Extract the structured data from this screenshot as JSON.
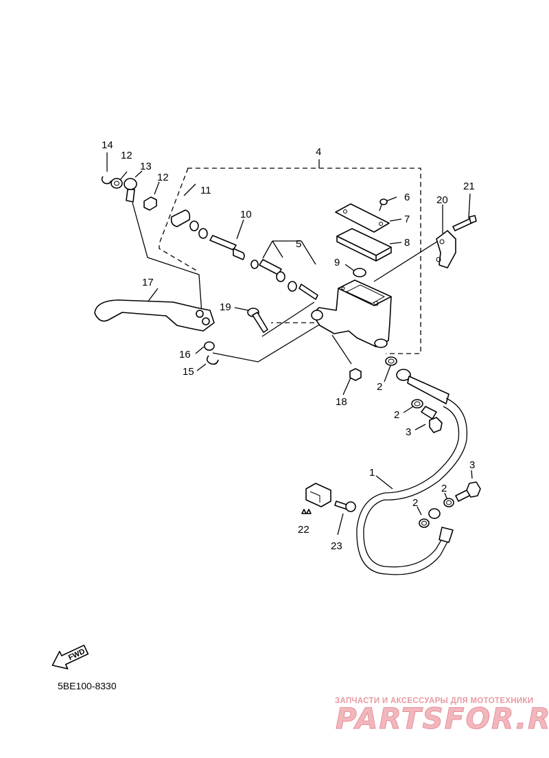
{
  "diagram": {
    "callouts": {
      "c1": "1",
      "c2a": "2",
      "c2b": "2",
      "c2c": "2",
      "c2d": "2",
      "c3a": "3",
      "c3b": "3",
      "c4": "4",
      "c5": "5",
      "c6": "6",
      "c7": "7",
      "c8": "8",
      "c9": "9",
      "c10": "10",
      "c11": "11",
      "c12a": "12",
      "c12b": "12",
      "c13": "13",
      "c14": "14",
      "c15": "15",
      "c16": "16",
      "c17": "17",
      "c18": "18",
      "c19": "19",
      "c20": "20",
      "c21": "21",
      "c22": "22",
      "c23": "23"
    },
    "fwd_label": "FWD",
    "diagram_code": "5BE100-8330"
  },
  "watermark": {
    "tagline": "ЗАПЧАСТИ И АКСЕССУАРЫ ДЛЯ МОТОТЕХНИКИ",
    "logo_text": "PARTSFOR.RU",
    "color": "#e58f99"
  }
}
